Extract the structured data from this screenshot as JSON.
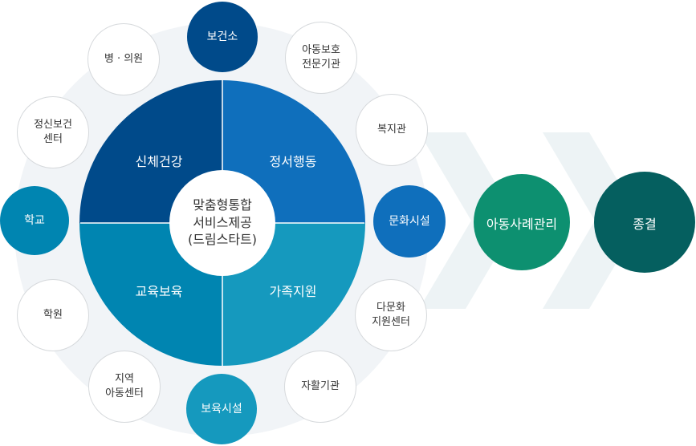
{
  "center": {
    "label": "맞춤형통합\n서비스제공\n(드림스타트)"
  },
  "quadrants": [
    {
      "label": "신체건강",
      "color": "#004a8a"
    },
    {
      "label": "정서행동",
      "color": "#0f6fbc"
    },
    {
      "label": "교육보육",
      "color": "#0085b1"
    },
    {
      "label": "가족지원",
      "color": "#1599be"
    }
  ],
  "institutions": [
    {
      "label": "보건소",
      "style": "filled",
      "color": "#004a8a"
    },
    {
      "label": "아동보호\n전문기관",
      "style": "white"
    },
    {
      "label": "복지관",
      "style": "white"
    },
    {
      "label": "문화시설",
      "style": "filled",
      "color": "#0f6fbc"
    },
    {
      "label": "다문화\n지원센터",
      "style": "white"
    },
    {
      "label": "자활기관",
      "style": "white"
    },
    {
      "label": "보육시설",
      "style": "filled",
      "color": "#1599be"
    },
    {
      "label": "지역\n아동센터",
      "style": "white"
    },
    {
      "label": "학원",
      "style": "white"
    },
    {
      "label": "학교",
      "style": "filled",
      "color": "#0085b1"
    },
    {
      "label": "정신보건\n센터",
      "style": "white"
    },
    {
      "label": "병 · 의원",
      "style": "white"
    }
  ],
  "flow": [
    {
      "label": "아동사례관리",
      "color": "#0d9070"
    },
    {
      "label": "종결",
      "color": "#055f5f"
    }
  ],
  "colors": {
    "ring": "#f1f4f7",
    "arrow": "#edf3f5",
    "divider": "#ffffff"
  }
}
